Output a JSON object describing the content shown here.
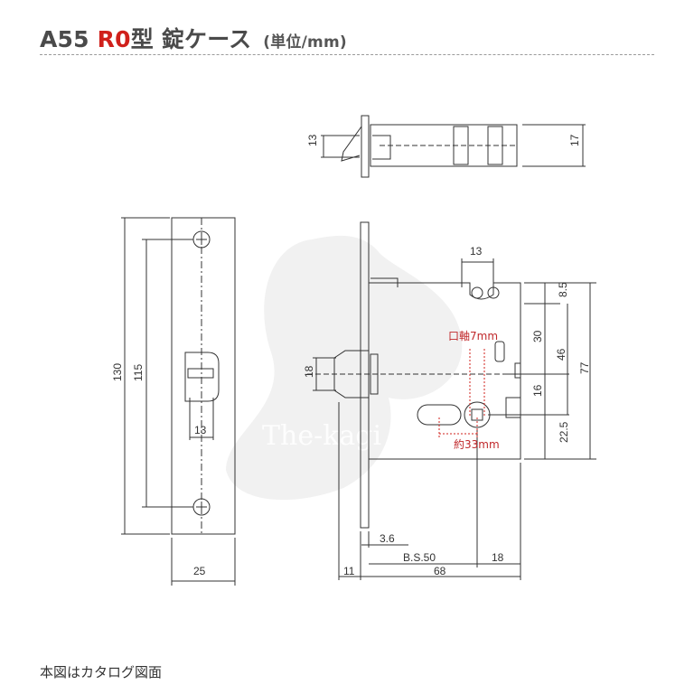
{
  "header": {
    "model_prefix": "A55",
    "model_red": "R0",
    "model_suffix": "型 錠ケース",
    "unit": "(単位/mm)"
  },
  "footer": {
    "note": "本図はカタログ図面"
  },
  "watermark": "The-kagi",
  "dimensions": {
    "top_left_13": "13",
    "top_right_17": "17",
    "face_height_130": "130",
    "face_height_115": "115",
    "face_13": "13",
    "face_width_25": "25",
    "latch_18": "18",
    "top_13": "13",
    "right_8_5": "8.5",
    "right_30": "30",
    "right_46": "46",
    "right_77": "77",
    "right_16": "16",
    "right_22_5": "22.5",
    "bottom_3_6": "3.6",
    "bottom_bs": "B.S.50",
    "bottom_18": "18",
    "bottom_11": "11",
    "bottom_68": "68"
  },
  "annotations": {
    "spindle": "口軸7mm",
    "distance": "約33mm"
  },
  "colors": {
    "accent_red": "#d0201b",
    "line": "#333333"
  }
}
